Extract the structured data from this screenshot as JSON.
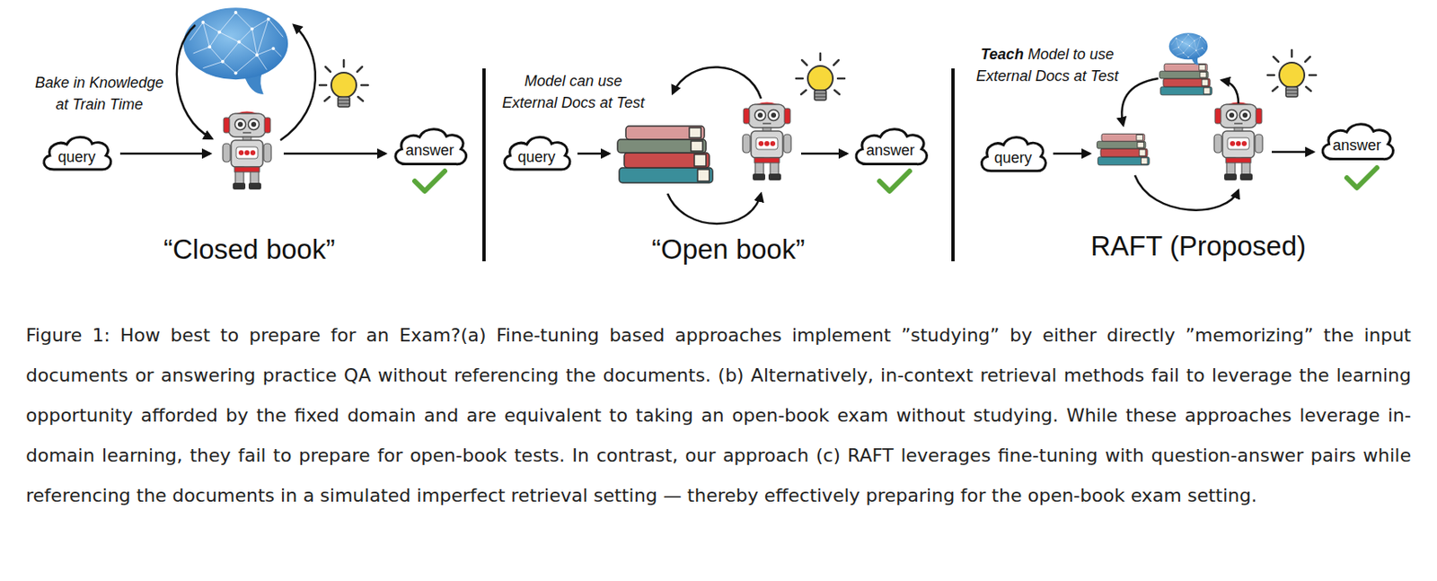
{
  "diagram": {
    "caption": "Figure 1: How best to prepare for an Exam?(a) Fine-tuning based approaches implement ”studying” by either directly ”memorizing” the input documents or answering practice QA without referencing the documents. (b) Alternatively, in-context retrieval methods fail to leverage the learning opportunity afforded by the fixed domain and are equivalent to taking an open-book exam without studying. While these approaches leverage in-domain learning, they fail to prepare for open-book tests. In contrast, our approach (c) RAFT leverages fine-tuning with question-answer pairs while referencing the documents in a simulated imperfect retrieval setting — thereby effectively preparing for the open-book exam setting.",
    "nodes": [
      {
        "text": [
          "query"
        ]
      },
      {
        "text": [
          "answer"
        ]
      },
      {
        "text": [
          "query"
        ]
      },
      {
        "text": [
          "answer"
        ]
      },
      {
        "text": [
          "query"
        ]
      },
      {
        "text": [
          "answer"
        ]
      }
    ],
    "labels": [
      "Bake in Knowledge at Train Time",
      "“Closed book”",
      "Model can use External Docs at Test",
      "“Open book”",
      "Teach",
      "Model to use External Docs at Test",
      "RAFT (Proposed)"
    ]
  }
}
